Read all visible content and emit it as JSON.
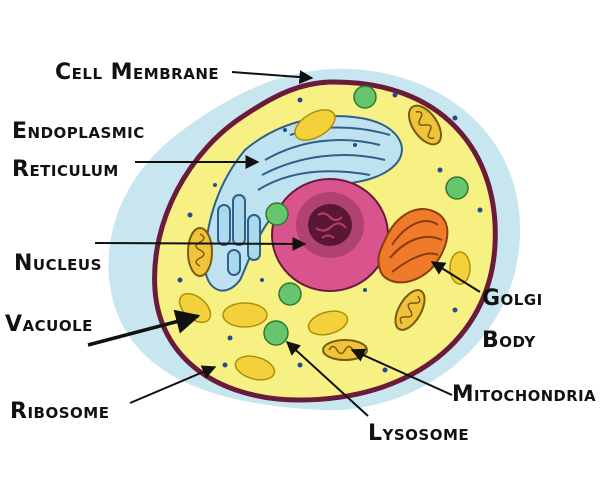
{
  "labels": {
    "cell_membrane": "Cell Membrane",
    "endoplasmic_1": "Endoplasmic",
    "endoplasmic_2": "Reticulum",
    "nucleus": "Nucleus",
    "vacuole": "Vacuole",
    "ribosome": "Ribosome",
    "golgi_1": "Golgi",
    "golgi_2": "Body",
    "mitochondria": "Mitochondria",
    "lysosome": "Lysosome"
  },
  "colors": {
    "outer_halo": "#bfe3ef",
    "cytoplasm": "#f7f183",
    "membrane": "#6a1b3c",
    "er": "#a9d9ec",
    "er_stroke": "#2f5f8a",
    "nucleus_outer": "#d9548c",
    "nucleus_inner": "#b04271",
    "nucleolus": "#6e1a3e",
    "golgi": "#ef7a2a",
    "vacuole": "#f2d13a",
    "lysosome": "#67c66d",
    "ribosome": "#1f4e8c",
    "mitochondria": "#f0c43a"
  }
}
